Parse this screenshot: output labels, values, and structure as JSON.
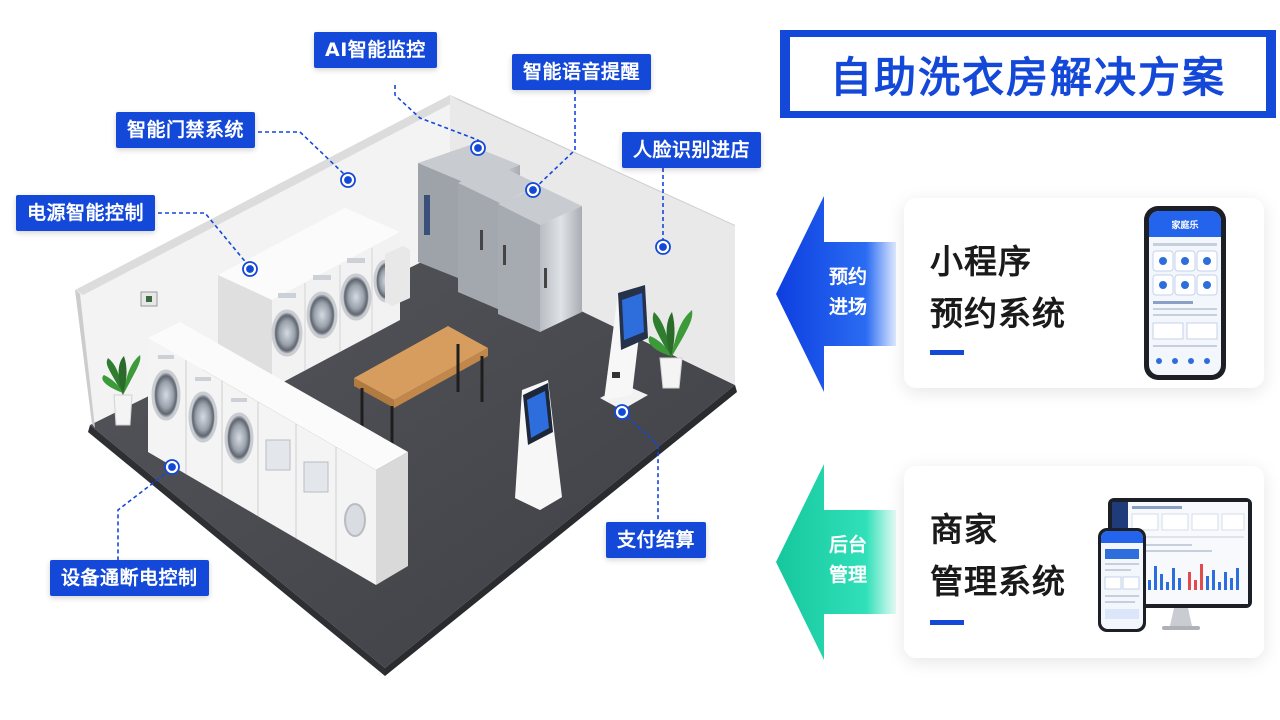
{
  "title": "自助洗衣房解决方案",
  "tags": {
    "ai_monitor": "AI智能监控",
    "voice_prompt": "智能语音提醒",
    "access_control": "智能门禁系统",
    "face_recognition": "人脸识别进店",
    "power_control": "电源智能控制",
    "device_power": "设备通断电控制",
    "payment": "支付结算"
  },
  "arrows": {
    "reserve": {
      "line1": "预约",
      "line2": "进场"
    },
    "backend": {
      "line1": "后台",
      "line2": "管理"
    }
  },
  "cards": {
    "mini_program": {
      "line1": "小程序",
      "line2": "预约系统"
    },
    "merchant": {
      "line1": "商家",
      "line2": "管理系统"
    }
  },
  "phone_header": "家庭乐",
  "colors": {
    "brand_blue": "#1448d8",
    "arrow_blue": "#1450e6",
    "arrow_teal": "#1fd0a8",
    "floor": "#4a4b50",
    "wall": "#f2f2f2"
  }
}
